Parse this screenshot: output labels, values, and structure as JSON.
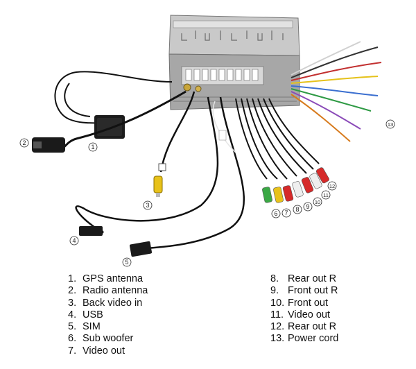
{
  "legend": [
    {
      "num": "1.",
      "label": "GPS antenna"
    },
    {
      "num": "2.",
      "label": "Radio antenna"
    },
    {
      "num": "3.",
      "label": "Back video in"
    },
    {
      "num": "4.",
      "label": "USB"
    },
    {
      "num": "5.",
      "label": "SIM"
    },
    {
      "num": "6.",
      "label": "Sub woofer"
    },
    {
      "num": "7.",
      "label": "Video out"
    },
    {
      "num": "8.",
      "label": "Rear out R"
    },
    {
      "num": "9.",
      "label": "Front out R"
    },
    {
      "num": "10.",
      "label": "Front out"
    },
    {
      "num": "11.",
      "label": "Video out"
    },
    {
      "num": "12.",
      "label": "Rear out R"
    },
    {
      "num": "13.",
      "label": "Power cord"
    }
  ],
  "markers": [
    "1",
    "2",
    "3",
    "4",
    "5",
    "6",
    "7",
    "8",
    "9",
    "10",
    "11",
    "12",
    "13"
  ],
  "colors": {
    "rca_yellow": "#e8c21a",
    "rca_green": "#3aa845",
    "rca_white": "#efefef",
    "rca_red": "#d62a2a",
    "cable": "#1a1a1a",
    "chassis": "#9a9a9a"
  }
}
